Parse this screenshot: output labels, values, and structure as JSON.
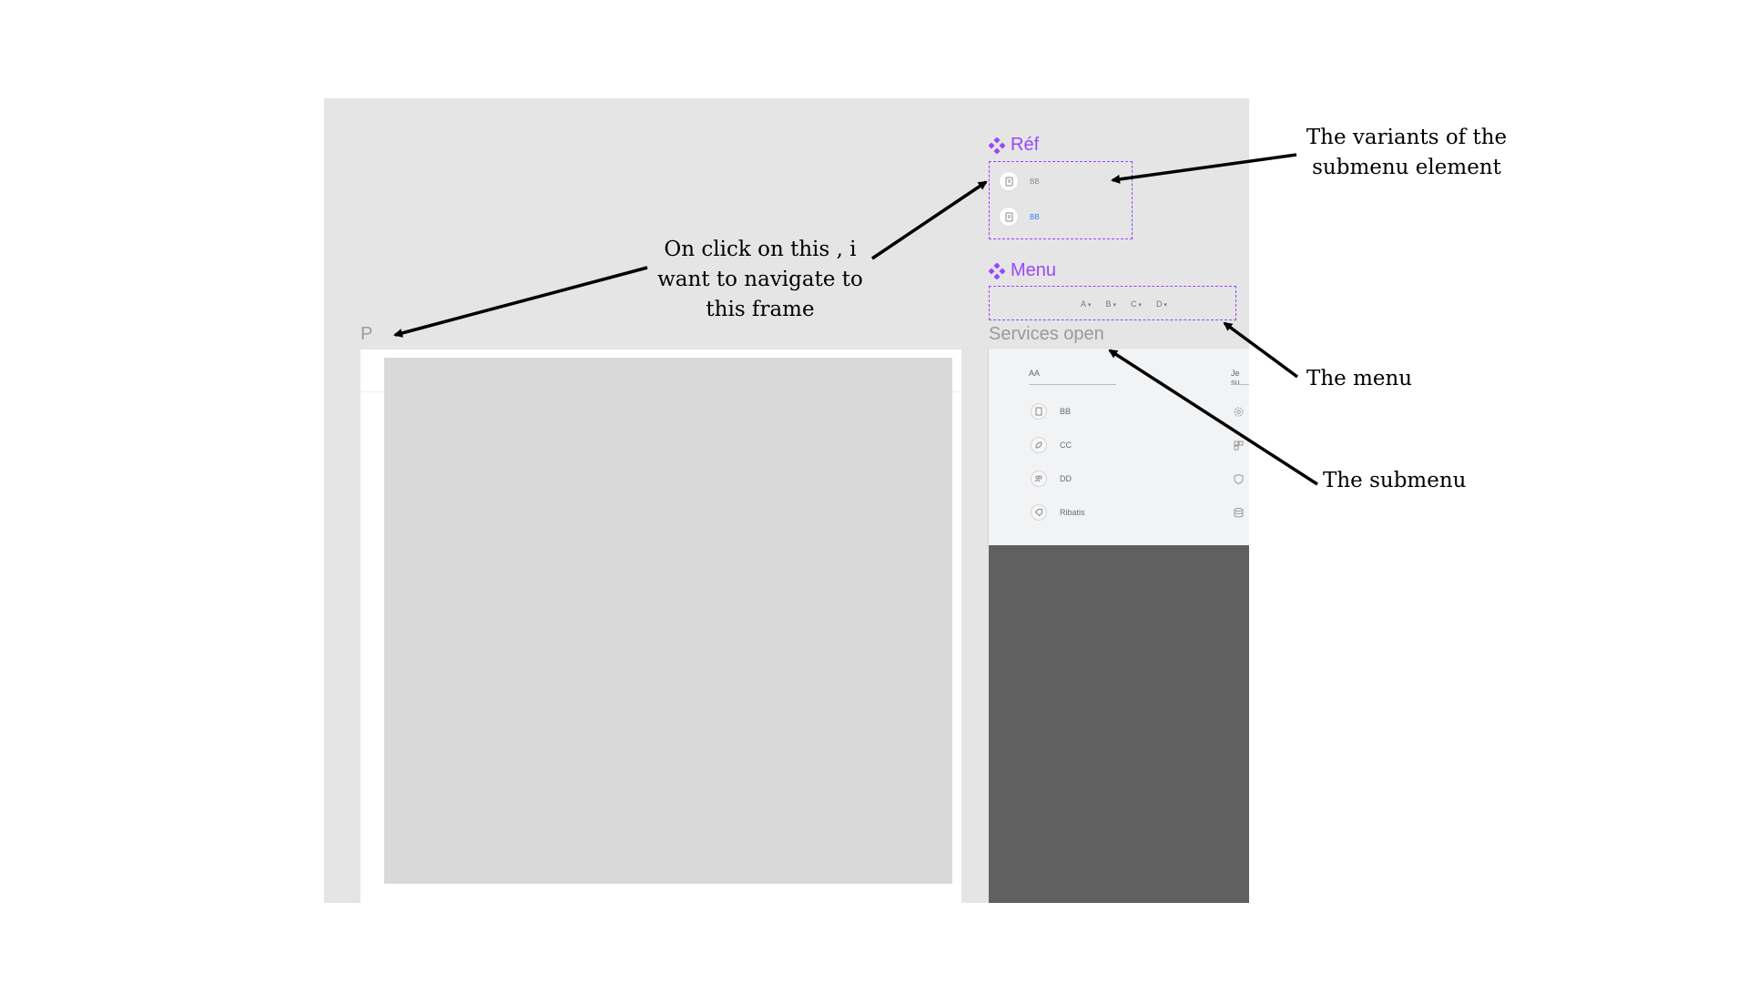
{
  "canvas": {
    "frame_p_label": "P",
    "ref_component": {
      "title": "Réf",
      "variants": [
        {
          "label": "BB",
          "color": "#8a8a8a"
        },
        {
          "label": "BB",
          "color": "#2f80ed"
        }
      ]
    },
    "menu_component": {
      "title": "Menu",
      "items": [
        "A",
        "B",
        "C",
        "D"
      ]
    },
    "services_frame": {
      "label": "Services open",
      "left_header": "AA",
      "right_header": "Je su",
      "items": [
        {
          "label": "BB",
          "icon": "document-icon",
          "right_icon": "gear-icon"
        },
        {
          "label": "CC",
          "icon": "leaf-icon",
          "right_icon": "grid-icon"
        },
        {
          "label": "DD",
          "icon": "people-icon",
          "right_icon": "shield-icon"
        },
        {
          "label": "Ribatis",
          "icon": "tag-icon",
          "right_icon": "database-icon"
        }
      ]
    }
  },
  "annotations": {
    "click_note_line1": "On click on this , i",
    "click_note_line2": "want to navigate to",
    "click_note_line3": "this frame",
    "variants_note_line1": "The variants of the",
    "variants_note_line2": "submenu element",
    "menu_note": "The menu",
    "submenu_note": "The submenu"
  },
  "colors": {
    "component_purple": "#9747ff",
    "canvas_bg": "#e5e5e5",
    "dark_area": "#606060"
  }
}
